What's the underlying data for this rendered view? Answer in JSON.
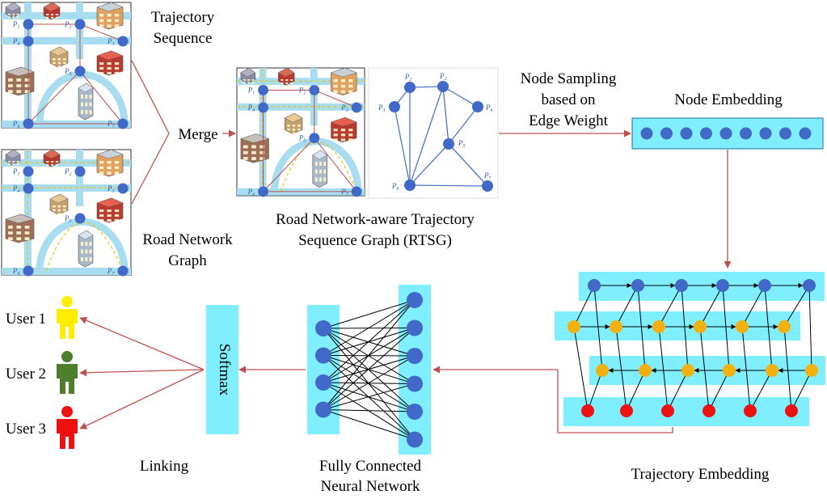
{
  "colors": {
    "road": "#a8dcef",
    "node_blue": "#4169c7",
    "node_orange": "#f2b10f",
    "node_red": "#ee1111",
    "band_cyan": "#7fefff",
    "arrow_red": "#c0504d",
    "graph_edge": "#4a78c2",
    "yellow_user": "#ffee00",
    "green_user": "#4e7d2c",
    "red_user": "#ee1111"
  },
  "labels": {
    "trajectory_sequence": [
      "Trajectory",
      "Sequence"
    ],
    "road_network_graph": [
      "Road Network",
      "Graph"
    ],
    "merge": "Merge",
    "rtsg": [
      "Road Network-aware Trajectory",
      "Sequence Graph (RTSG)"
    ],
    "node_sampling": [
      "Node Sampling",
      "based on",
      "Edge Weight"
    ],
    "node_embedding": "Node Embedding",
    "trajectory_embedding": "Trajectory Embedding",
    "fcnn": [
      "Fully Connected",
      "Neural Network"
    ],
    "softmax": "Softmax",
    "linking": "Linking"
  },
  "graph_nodes": [
    {
      "label": "P",
      "sub": "1"
    },
    {
      "label": "P",
      "sub": "2"
    },
    {
      "label": "P",
      "sub": "3"
    },
    {
      "label": "P",
      "sub": "4"
    },
    {
      "label": "P",
      "sub": "5"
    },
    {
      "label": "P",
      "sub": "6"
    },
    {
      "label": "P",
      "sub": "7"
    }
  ],
  "graph_edges": [
    [
      1,
      2
    ],
    [
      1,
      3
    ],
    [
      1,
      6
    ],
    [
      2,
      4
    ],
    [
      2,
      5
    ],
    [
      2,
      6
    ],
    [
      3,
      6
    ],
    [
      5,
      4
    ],
    [
      5,
      6
    ],
    [
      5,
      7
    ],
    [
      6,
      7
    ]
  ],
  "map_labels": [
    "P",
    "P",
    "P",
    "P",
    "P",
    "P",
    "P"
  ],
  "node_embedding_count": 9,
  "trajectory_rows": [
    {
      "color": "node_blue",
      "count": 6
    },
    {
      "color": "node_orange",
      "count": 6
    },
    {
      "color": "node_orange",
      "count": 6
    },
    {
      "color": "node_red",
      "count": 6
    }
  ],
  "fc_layers": [
    4,
    6
  ],
  "users": [
    {
      "label": "User 1",
      "color": "yellow_user"
    },
    {
      "label": "User 2",
      "color": "green_user"
    },
    {
      "label": "User 3",
      "color": "red_user"
    }
  ]
}
